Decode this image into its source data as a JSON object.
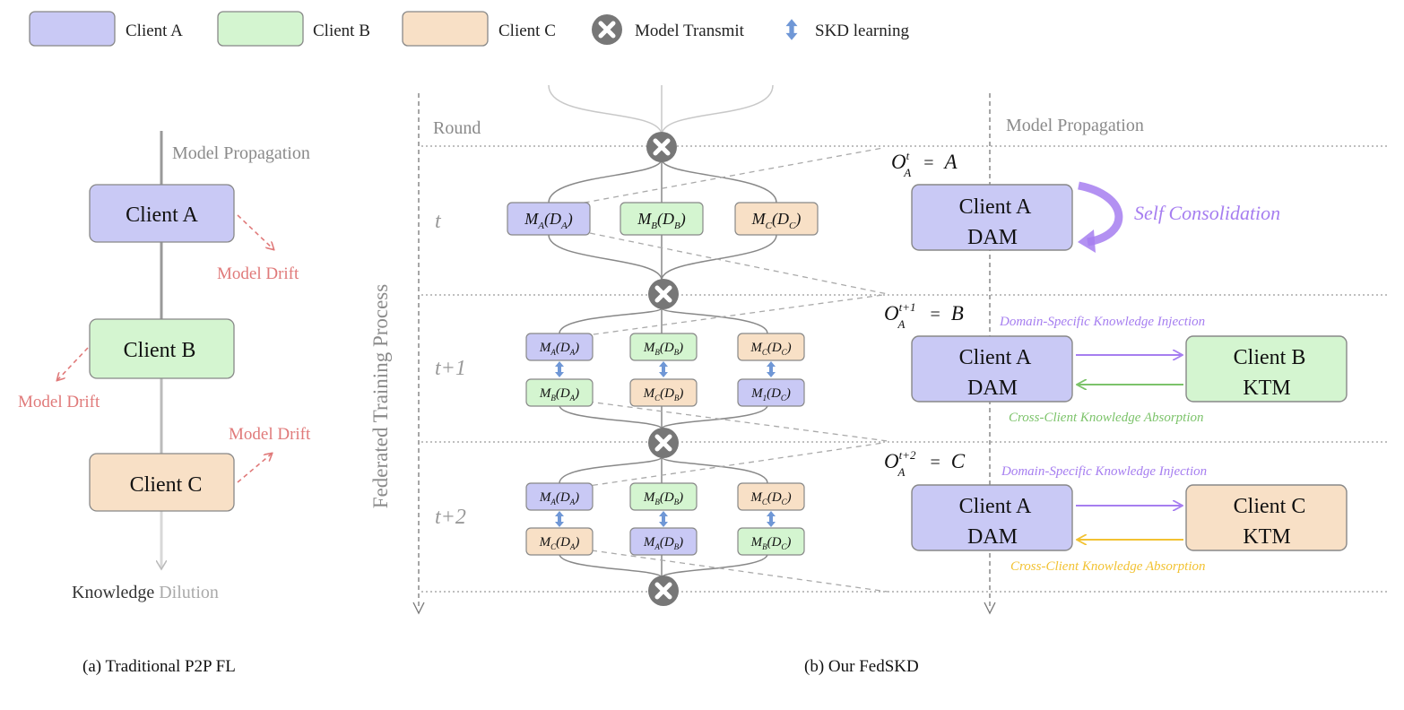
{
  "legend": {
    "client_a": "Client A",
    "client_b": "Client B",
    "client_c": "Client C",
    "model_transmit": "Model Transmit",
    "skd_learning": "SKD learning"
  },
  "colors": {
    "client_a_fill": "#c9c9f5",
    "client_b_fill": "#d4f5d0",
    "client_c_fill": "#f8e0c6",
    "drift": "#e07a7a",
    "injection": "#a67ef0",
    "absorption_b": "#7cc36a",
    "absorption_c": "#f2c232",
    "transmit_node": "#777777",
    "skd_arrow": "#6f97d6"
  },
  "panel_a": {
    "top_label": "Model Propagation",
    "client_a": "Client A",
    "client_b": "Client B",
    "client_c": "Client C",
    "drift_label": "Model Drift",
    "bottom_dark": "Knowledge",
    "bottom_light": "Dilution",
    "caption": "(a) Traditional P2P FL"
  },
  "panel_b": {
    "round_label": "Round",
    "axis_label": "Federated Training Process",
    "propagation_label": "Model Propagation",
    "caption": "(b) Our FedSKD",
    "rounds": [
      "t",
      "t+1",
      "t+2"
    ],
    "row_t": {
      "box_a": {
        "m": "A",
        "d": "A"
      },
      "box_b": {
        "m": "B",
        "d": "B"
      },
      "box_c": {
        "m": "C",
        "d": "C"
      }
    },
    "row_t1": {
      "top": [
        {
          "m": "A",
          "d": "A"
        },
        {
          "m": "B",
          "d": "B"
        },
        {
          "m": "C",
          "d": "C"
        }
      ],
      "bottom": [
        {
          "m": "B",
          "d": "A"
        },
        {
          "m": "C",
          "d": "B"
        },
        {
          "m": "1",
          "d": "C"
        }
      ]
    },
    "row_t2": {
      "top": [
        {
          "m": "A",
          "d": "A"
        },
        {
          "m": "B",
          "d": "B"
        },
        {
          "m": "C",
          "d": "C"
        }
      ],
      "bottom": [
        {
          "m": "C",
          "d": "A"
        },
        {
          "m": "A",
          "d": "B"
        },
        {
          "m": "B",
          "d": "C"
        }
      ]
    },
    "o_labels": [
      {
        "sup": "t",
        "rhs": "A"
      },
      {
        "sup": "t+1",
        "rhs": "B"
      },
      {
        "sup": "t+2",
        "rhs": "C"
      }
    ],
    "self_consolidation": "Self Consolidation",
    "injection_label": "Domain-Specific Knowledge Injection",
    "absorption_label": "Cross-Client Knowledge Absorption",
    "dam_client": "Client A",
    "dam_label": "DAM",
    "ktm_b_client": "Client B",
    "ktm_c_client": "Client C",
    "ktm_label": "KTM"
  }
}
